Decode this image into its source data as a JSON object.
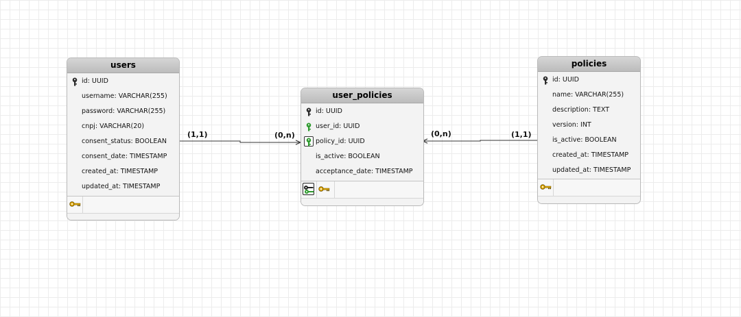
{
  "entities": {
    "users": {
      "title": "users",
      "attributes": [
        {
          "label": "id: UUID",
          "key": "pk"
        },
        {
          "label": "username: VARCHAR(255)",
          "key": ""
        },
        {
          "label": "password: VARCHAR(255)",
          "key": ""
        },
        {
          "label": "cnpj: VARCHAR(20)",
          "key": ""
        },
        {
          "label": "consent_status: BOOLEAN",
          "key": ""
        },
        {
          "label": "consent_date: TIMESTAMP",
          "key": ""
        },
        {
          "label": "created_at: TIMESTAMP",
          "key": ""
        },
        {
          "label": "updated_at: TIMESTAMP",
          "key": ""
        }
      ],
      "footer_icons": [
        "key-icon"
      ]
    },
    "user_policies": {
      "title": "user_policies",
      "attributes": [
        {
          "label": "id: UUID",
          "key": "pk"
        },
        {
          "label": "user_id: UUID",
          "key": "fk"
        },
        {
          "label": "policy_id: UUID",
          "key": "fk-selected"
        },
        {
          "label": "is_active: BOOLEAN",
          "key": ""
        },
        {
          "label": "acceptance_date: TIMESTAMP",
          "key": ""
        }
      ],
      "footer_icons": [
        "foreign-key-icon",
        "key-icon"
      ]
    },
    "policies": {
      "title": "policies",
      "attributes": [
        {
          "label": "id: UUID",
          "key": "pk"
        },
        {
          "label": "name: VARCHAR(255)",
          "key": ""
        },
        {
          "label": "description: TEXT",
          "key": ""
        },
        {
          "label": "version: INT",
          "key": ""
        },
        {
          "label": "is_active: BOOLEAN",
          "key": ""
        },
        {
          "label": "created_at: TIMESTAMP",
          "key": ""
        },
        {
          "label": "updated_at: TIMESTAMP",
          "key": ""
        }
      ],
      "footer_icons": [
        "key-icon"
      ]
    }
  },
  "relationships": [
    {
      "from": "users",
      "to": "user_policies",
      "from_cardinality": "(1,1)",
      "to_cardinality": "(0,n)"
    },
    {
      "from": "policies",
      "to": "user_policies",
      "from_cardinality": "(1,1)",
      "to_cardinality": "(0,n)"
    }
  ],
  "colors": {
    "primary_key": "#2b2b2b",
    "foreign_key": "#2e9a2e",
    "key_gold": "#e0a800",
    "title_bar": "#c4c4c4",
    "edge": "#333333"
  }
}
